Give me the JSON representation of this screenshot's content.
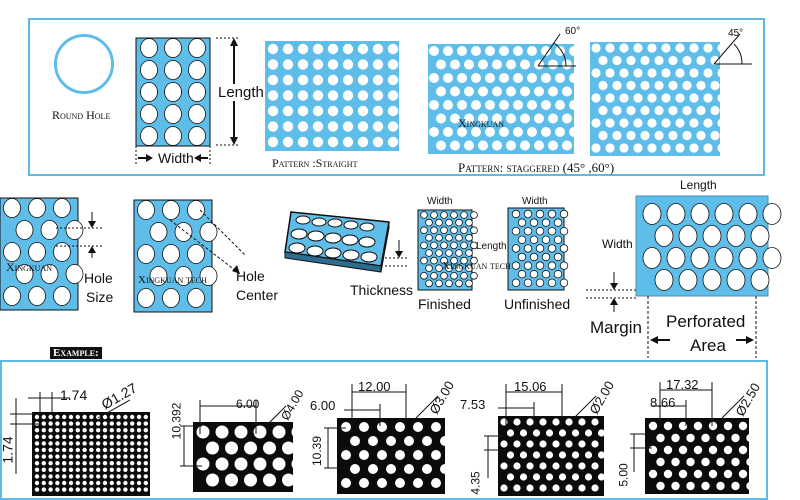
{
  "colors": {
    "sheet": "#5fbde9",
    "frame": "#5fb8e6",
    "hole": "#ffffff",
    "metal": "#0b0b0b",
    "ink": "#111111"
  },
  "top": {
    "round_hole": "Round Hole",
    "length": "Length",
    "width": "Width",
    "straight": "Pattern :Straight",
    "brand": "Xingkuan",
    "staggered": "Pattern: staggered (45° ,60°)",
    "angle_60": "60°",
    "angle_45": "45°"
  },
  "middle": {
    "brand": "Xingkuan",
    "hole_size": [
      "Hole",
      "Size"
    ],
    "brand_tech": "Xingkuan tech",
    "hole_center": [
      "Hole",
      "Center"
    ],
    "thickness": "Thickness",
    "width_a": "Width",
    "length": "Length",
    "brand_tech_2": "Xingkuan tech",
    "width_b": "Width",
    "finished": "Finished",
    "unfinished": "Unfinished",
    "big_length": "Length",
    "big_width": "Width",
    "margin": "Margin",
    "perforated_area": [
      "Perforated",
      "Area"
    ]
  },
  "examples": {
    "title": "Example:",
    "items": [
      {
        "a": "1.74",
        "b": "1.74",
        "d": "Ø1.27"
      },
      {
        "a": "6.00",
        "b": "10.392",
        "d": "Ø4.00"
      },
      {
        "a": "12.00",
        "b": "6.00",
        "c": "10.39",
        "d": "Ø3.00"
      },
      {
        "a": "15.06",
        "b": "7.53",
        "c": "4.35",
        "d": "Ø2.00"
      },
      {
        "a": "17.32",
        "b": "8.66",
        "c": "5.00",
        "d": "Ø2.50"
      }
    ]
  }
}
